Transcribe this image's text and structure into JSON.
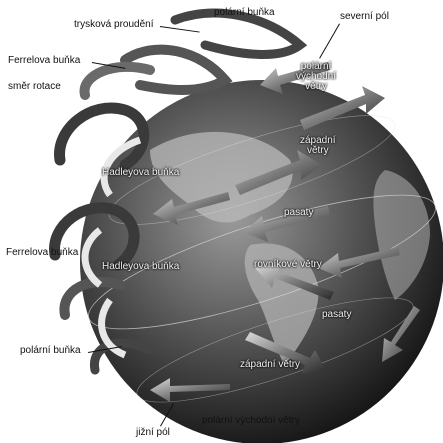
{
  "labels": {
    "polar_cell_top": "polární buňka",
    "north_pole": "severní pól",
    "jet_stream": "trysková proudění",
    "ferrel_cell_top": "Ferrelova buňka",
    "rotation_direction": "směr rotace",
    "polar_easterlies_north": "polární\nvýchodní\nvětry",
    "westerlies": "západní\nvětry",
    "hadley_cell_north": "Hadleyova buňka",
    "trade_winds_north": "pasaty",
    "ferrel_cell_bottom": "Ferrelova buňka",
    "hadley_cell_south": "Hadleyova buňka",
    "easterlies_equator": "rovníkové větry",
    "trade_winds_south": "pasaty",
    "westerlies_south": "západní větry",
    "polar_cell_bottom": "polární buňka",
    "south_pole": "jižní pól",
    "polar_easterlies_south": "polární východní větry"
  }
}
